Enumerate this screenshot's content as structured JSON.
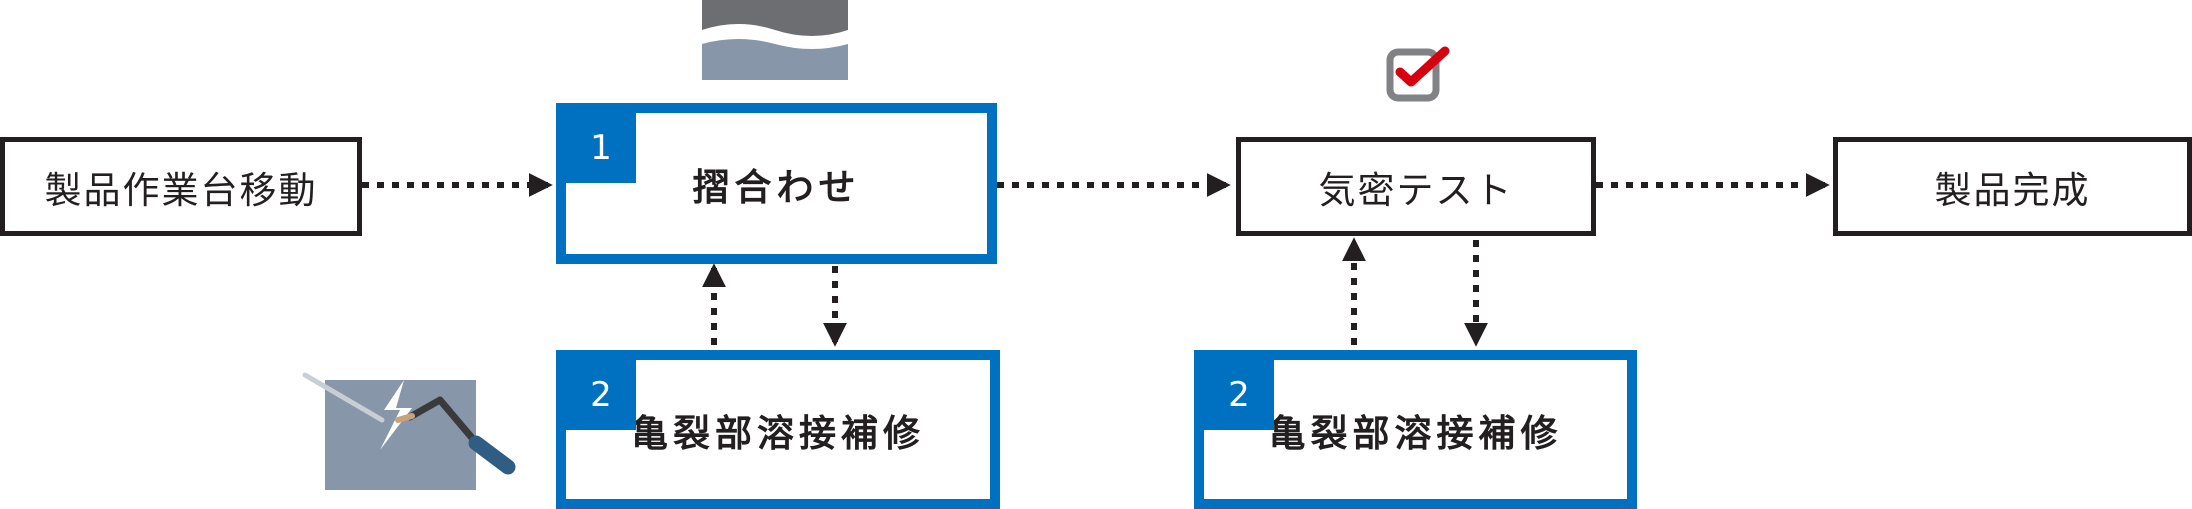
{
  "steps": {
    "move": "製品作業台移動",
    "lapping": "摺合わせ",
    "airtight": "気密テスト",
    "complete": "製品完成",
    "repair_a": "亀裂部溶接補修",
    "repair_b": "亀裂部溶接補修"
  },
  "badges": {
    "lapping": "1",
    "repair_a": "2",
    "repair_b": "2"
  },
  "icons": {
    "lapping": "surface-plate-icon",
    "airtight": "checkbox-checked-icon",
    "repair": "welding-torch-icon"
  },
  "colors": {
    "accent": "#0070c0",
    "border": "#231f20",
    "check": "#d7000f",
    "gray": "#8796a8"
  }
}
